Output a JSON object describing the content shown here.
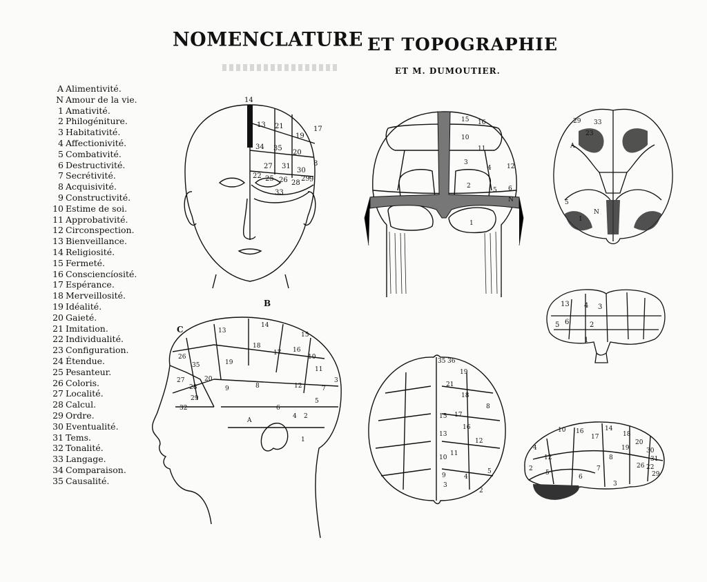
{
  "title": {
    "left": "NOMENCLATURE",
    "right": "ET TOPOGRAPHIE",
    "subtitle": "ET M. DUMOUTIER."
  },
  "legend": [
    {
      "key": "A",
      "label": "Alimentivité."
    },
    {
      "key": "N",
      "label": "Amour de la vie."
    },
    {
      "key": "1",
      "label": "Amativité."
    },
    {
      "key": "2",
      "label": "Philogéniture."
    },
    {
      "key": "3",
      "label": "Habitativité."
    },
    {
      "key": "4",
      "label": "Affectionivité."
    },
    {
      "key": "5",
      "label": "Combativité."
    },
    {
      "key": "6",
      "label": "Destructivité."
    },
    {
      "key": "7",
      "label": "Secrétivité."
    },
    {
      "key": "8",
      "label": "Acquisivité."
    },
    {
      "key": "9",
      "label": "Constructivité."
    },
    {
      "key": "10",
      "label": "Estime de soi."
    },
    {
      "key": "11",
      "label": "Approbativité."
    },
    {
      "key": "12",
      "label": "Circonspection."
    },
    {
      "key": "13",
      "label": "Bienveillance."
    },
    {
      "key": "14",
      "label": "Religiosité."
    },
    {
      "key": "15",
      "label": "Fermeté."
    },
    {
      "key": "16",
      "label": "Consciencíosité."
    },
    {
      "key": "17",
      "label": "Espérance."
    },
    {
      "key": "18",
      "label": "Merveillosité."
    },
    {
      "key": "19",
      "label": "Idéalité."
    },
    {
      "key": "20",
      "label": "Gaieté."
    },
    {
      "key": "21",
      "label": "Imitation."
    },
    {
      "key": "22",
      "label": "Individualité."
    },
    {
      "key": "23",
      "label": "Configuration."
    },
    {
      "key": "24",
      "label": "Étendue."
    },
    {
      "key": "25",
      "label": "Pesanteur."
    },
    {
      "key": "26",
      "label": "Coloris."
    },
    {
      "key": "27",
      "label": "Localité."
    },
    {
      "key": "28",
      "label": "Calcul."
    },
    {
      "key": "29",
      "label": "Ordre."
    },
    {
      "key": "30",
      "label": "Eventualité."
    },
    {
      "key": "31",
      "label": "Tems."
    },
    {
      "key": "32",
      "label": "Tonalité."
    },
    {
      "key": "33",
      "label": "Langage."
    },
    {
      "key": "34",
      "label": "Comparaison."
    },
    {
      "key": "35",
      "label": "Causalité."
    }
  ],
  "figures": {
    "front_labels": [
      "14",
      "17",
      "13",
      "21",
      "19",
      "34",
      "35",
      "20",
      "27",
      "31",
      "30",
      "8",
      "22",
      "25",
      "26",
      "28",
      "29",
      "33",
      "9"
    ],
    "back_labels": [
      "15",
      "16",
      "10",
      "11",
      "3",
      "4",
      "12",
      "2",
      "1",
      "5",
      "6",
      "N"
    ],
    "side_letters": {
      "B": "B",
      "C": "C"
    },
    "side_labels": [
      "13",
      "14",
      "15",
      "17",
      "18",
      "19",
      "16",
      "10",
      "11",
      "12",
      "8",
      "9",
      "6",
      "5",
      "7",
      "4",
      "3",
      "2",
      "1",
      "26",
      "35",
      "20",
      "27",
      "28",
      "29",
      "32",
      "A"
    ],
    "top_labels": [
      "35",
      "36",
      "21",
      "18",
      "19",
      "17",
      "8",
      "15",
      "16",
      "13",
      "12",
      "11",
      "10",
      "9",
      "4",
      "3",
      "5",
      "2"
    ],
    "base_labels": [
      "29",
      "23",
      "33",
      "A",
      "1",
      "5",
      "N"
    ],
    "small_brain_labels": [
      "13",
      "4",
      "3",
      "2",
      "6",
      "5",
      "1"
    ],
    "lateral_labels": [
      "10",
      "16",
      "17",
      "14",
      "18",
      "19",
      "20",
      "12",
      "8",
      "7",
      "6",
      "5",
      "2",
      "4",
      "3",
      "30",
      "31",
      "22",
      "29",
      "26"
    ]
  }
}
